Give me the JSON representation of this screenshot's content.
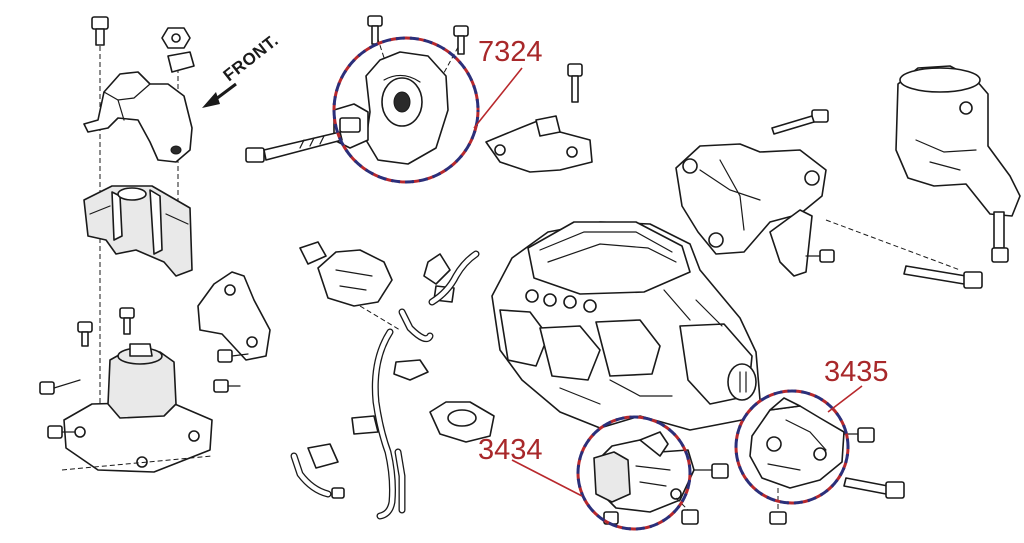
{
  "labels": {
    "front": "FRONT.",
    "part_a": "7324",
    "part_b": "3434",
    "part_c": "3435"
  },
  "colors": {
    "label": "#a8282a",
    "ring_red": "#b8282c",
    "ring_blue": "#2b2f7a",
    "line": "#1a1a1a"
  }
}
